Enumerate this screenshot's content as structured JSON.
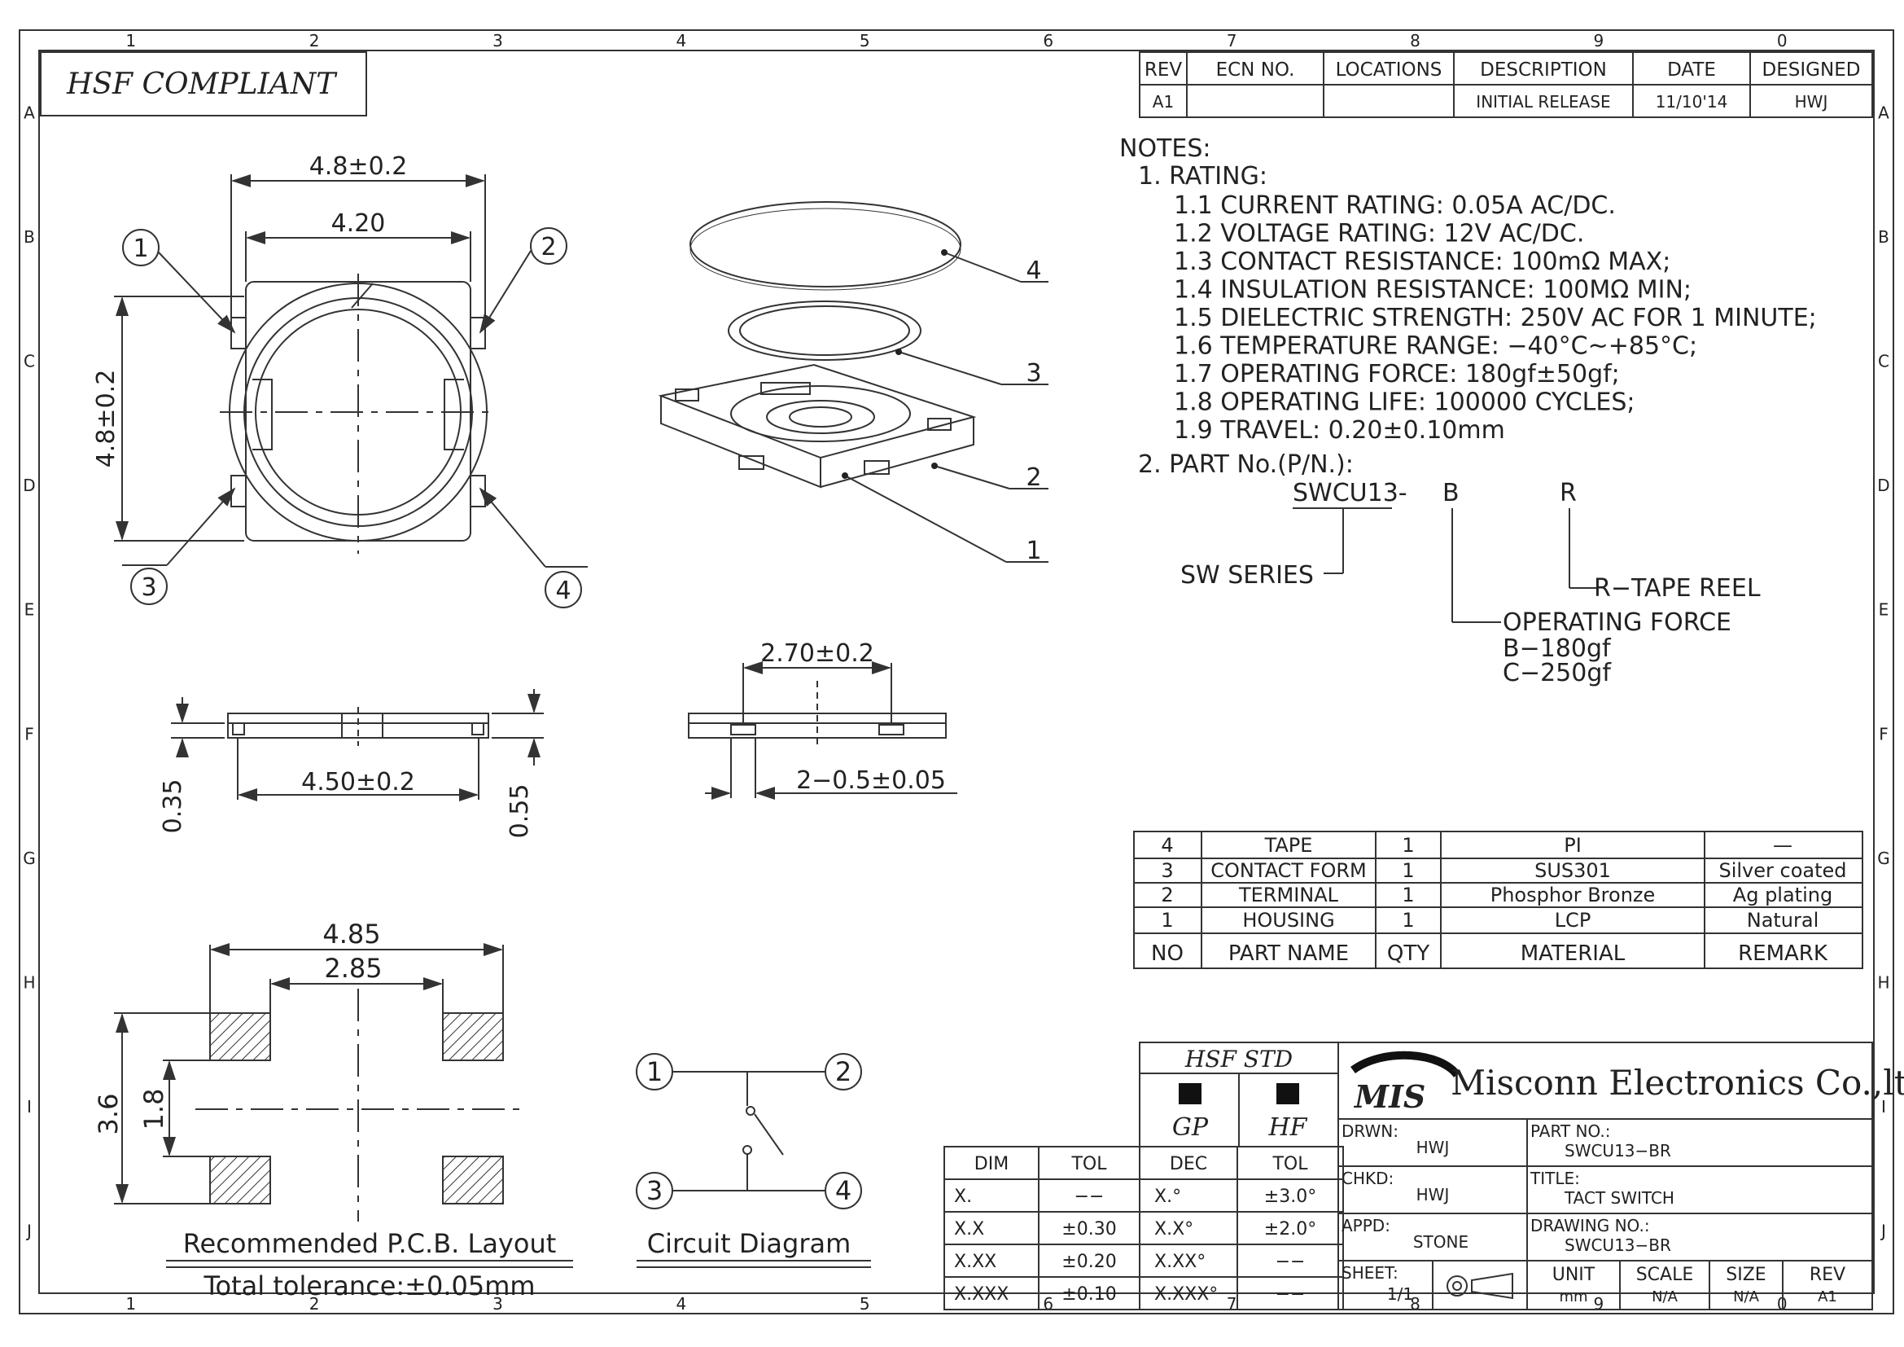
{
  "hsf_compliant": "HSF COMPLIANT",
  "border": {
    "columns": [
      "1",
      "2",
      "3",
      "4",
      "5",
      "6",
      "7",
      "8",
      "9",
      "0"
    ],
    "rows": [
      "A",
      "B",
      "C",
      "D",
      "E",
      "F",
      "G",
      "H",
      "I",
      "J"
    ]
  },
  "revision_table": {
    "headers": [
      "REV",
      "ECN NO.",
      "LOCATIONS",
      "DESCRIPTION",
      "DATE",
      "DESIGNED"
    ],
    "row": [
      "A1",
      "",
      "",
      "INITIAL RELEASE",
      "11/10'14",
      "HWJ"
    ]
  },
  "notes": {
    "title": "NOTES:",
    "rating_title": "1. RATING:",
    "ratings": [
      "1.1  CURRENT RATING: 0.05A AC/DC.",
      "1.2  VOLTAGE RATING: 12V AC/DC.",
      "1.3  CONTACT RESISTANCE: 100mΩ MAX;",
      "1.4  INSULATION RESISTANCE: 100MΩ MIN;",
      "1.5  DIELECTRIC STRENGTH: 250V AC FOR 1 MINUTE;",
      "1.6  TEMPERATURE RANGE: −40°C~+85°C;",
      "1.7  OPERATING FORCE: 180gf±50gf;",
      "1.8  OPERATING LIFE: 100000 CYCLES;",
      "1.9  TRAVEL: 0.20±0.10mm"
    ],
    "part_title": "2. PART No.(P/N.):",
    "pn_series": "SWCU13-",
    "pn_force": "B",
    "pn_pack": "R",
    "sw_series": "SW SERIES",
    "tape_reel": "R−TAPE REEL",
    "op_force": "OPERATING FORCE",
    "force_b": "B−180gf",
    "force_c": "C−250gf"
  },
  "top_view": {
    "dim_outer": "4.8±0.2",
    "dim_inner": "4.20",
    "dim_height": "4.8±0.2",
    "balloons": [
      "1",
      "2",
      "3",
      "4"
    ]
  },
  "exploded_view": {
    "labels": [
      "4",
      "3",
      "2",
      "1"
    ]
  },
  "side_view": {
    "dim_length": "4.50±0.2",
    "dim_left": "0.35",
    "dim_right": "0.55"
  },
  "front_view": {
    "dim_top": "2.70±0.2",
    "dim_terminal": "2−0.5±0.05"
  },
  "pcb_layout": {
    "dim_outer": "4.85",
    "dim_inner": "2.85",
    "dim_height": "3.6",
    "dim_inner_height": "1.8",
    "caption": "Recommended P.C.B. Layout",
    "tolerance": "Total tolerance:±0.05mm"
  },
  "circuit": {
    "caption": "Circuit Diagram",
    "nodes": [
      "1",
      "2",
      "3",
      "4"
    ]
  },
  "bom": {
    "headers": [
      "NO",
      "PART NAME",
      "QTY",
      "MATERIAL",
      "REMARK"
    ],
    "rows": [
      [
        "4",
        "TAPE",
        "1",
        "PI",
        "—"
      ],
      [
        "3",
        "CONTACT FORM",
        "1",
        "SUS301",
        "Silver coated"
      ],
      [
        "2",
        "TERMINAL",
        "1",
        "Phosphor Bronze",
        "Ag plating"
      ],
      [
        "1",
        "HOUSING",
        "1",
        "LCP",
        "Natural"
      ]
    ]
  },
  "tolerance_table": {
    "headers": [
      "DIM",
      "TOL",
      "DEC",
      "TOL"
    ],
    "rows": [
      [
        "X.",
        "−−",
        "X.°",
        "±3.0°"
      ],
      [
        "X.X",
        "±0.30",
        "X.X°",
        "±2.0°"
      ],
      [
        "X.XX",
        "±0.20",
        "X.XX°",
        "−−"
      ],
      [
        "X.XXX",
        "±0.10",
        "X.XXX°",
        "−−"
      ]
    ]
  },
  "hsf_std": {
    "title": "HSF STD",
    "gp": "GP",
    "hf": "HF"
  },
  "title_block": {
    "logo": "MIS",
    "company": "Misconn Electronics Co.,ltd.",
    "drwn_label": "DRWN:",
    "drwn": "HWJ",
    "chkd_label": "CHKD:",
    "chkd": "HWJ",
    "appd_label": "APPD:",
    "appd": "STONE",
    "part_no_label": "PART NO.:",
    "part_no": "SWCU13−BR",
    "title_label": "TITLE:",
    "title": "TACT SWITCH",
    "drawing_no_label": "DRAWING NO.:",
    "drawing_no": "SWCU13−BR",
    "sheet_label": "SHEET:",
    "sheet": "1/1",
    "unit_label": "UNIT",
    "unit": "mm",
    "scale_label": "SCALE",
    "scale": "N/A",
    "size_label": "SIZE",
    "size": "N/A",
    "rev_label": "REV",
    "rev": "A1"
  }
}
